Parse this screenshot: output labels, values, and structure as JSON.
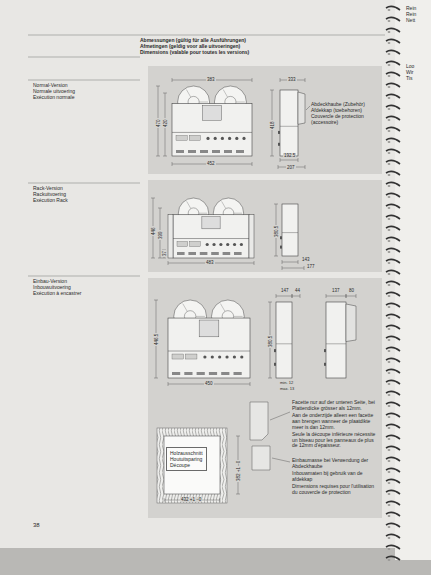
{
  "diagram": {
    "nodes": [
      {
        "text": [
          "Holzausschnitt",
          "Houtuitsparing",
          "Découpe"
        ]
      }
    ],
    "labels": [
      "Abmessungen (gültig für alle Ausführungen)",
      "Afmetingen (geldig voor alle uitvoeringen)",
      "Dimensions (valable pour toutes les versions)",
      "Normal-Version",
      "Normale uitvoering",
      "Exécution normale",
      "383",
      "470",
      "420",
      "452",
      "333",
      "418",
      "Abdeckhaube (Zubehör)",
      "Afdekkap (toebehoren)",
      "Couvercle de protection (accessoire)",
      "192.5",
      "207",
      "Rack-Version",
      "Rackuitvoering",
      "Exécution Rack",
      "446",
      "399",
      "37",
      "483",
      "380.5",
      "143",
      "177",
      "Einbau-Version",
      "Inbouwuitvoering",
      "Exécution à encastrer",
      "147",
      "44",
      "137",
      "80",
      "446.5",
      "450",
      "380.5",
      "min. 12",
      "max. 13",
      "Facette nur auf der unteren Seite, bei Plattendicke grösser als 12mm.",
      "Aan de onderzijde alleen een facette aan brengen wanneer de plaatdikte meer is dan 12mm.",
      "Seule la découpe inférieure nécessite un biseau pour les panneaux de plus de 12mm d'épaisseur.",
      "Einbaumasse bei Verwendung der Abdeckhaube",
      "Inbouwmaten bij gebruik van de afdekkap",
      "Dimensions requises pour l'utilisation du couvercle de protection",
      "382 +1 −0",
      "432 +1 −0",
      "38",
      "Rein",
      "Rein",
      "Nett",
      "Loo",
      "Wir",
      "Tis"
    ]
  }
}
